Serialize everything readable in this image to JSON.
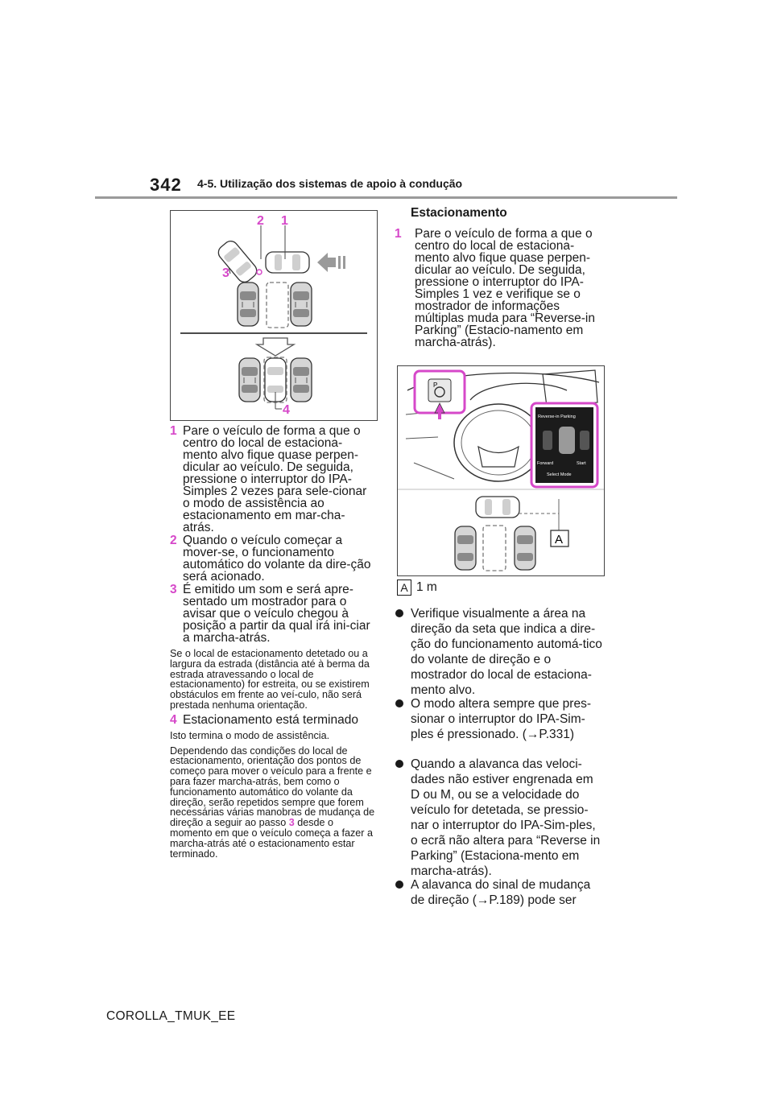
{
  "header": {
    "page_number": "342",
    "chapter": "4-5. Utilização dos sistemas de apoio à condução"
  },
  "figure1": {
    "callouts": [
      "2",
      "1",
      "3",
      "4"
    ]
  },
  "left_steps": [
    {
      "num": "1",
      "text": "Pare o veículo de forma a que o centro do local de estaciona-mento alvo fique quase perpen-dicular ao veículo. De seguida, pressione o interruptor do IPA-Simples 2 vezes para sele-cionar o modo de assistência ao estacionamento em mar-cha-atrás."
    },
    {
      "num": "2",
      "text": "Quando o veículo começar a mover-se, o funcionamento automático do volante da dire-ção será acionado."
    },
    {
      "num": "3",
      "text": "É emitido um som e será apre-sentado um mostrador para o avisar que o veículo chegou à posição a partir da qual irá ini-ciar a marcha-atrás."
    }
  ],
  "note_1": "Se o local de estacionamento detetado ou a largura da estrada (distância até à berma da estrada atravessando o local de estacionamento) for estreita, ou se existirem obstáculos em frente ao veí-culo, não será prestada nenhuma orientação.",
  "step4": {
    "num": "4",
    "text": "Estacionamento está terminado"
  },
  "note_2": "Isto termina o modo de assistência.",
  "note_3": {
    "before": "Dependendo das condições do local de estacionamento, orientação dos pontos de começo para mover o veículo para a frente e para fazer marcha-atrás, bem como o funcionamento automático do volante da direção, serão repetidos sempre que forem necessárias várias manobras de mudança de direção a seguir ao passo",
    "ref": "3",
    "after": "desde o momento em que o veículo começa a fazer a marcha-atrás até o estacionamento estar terminado."
  },
  "right": {
    "heading": "Estacionamento",
    "step1": {
      "num": "1",
      "text": "Pare o veículo de forma a que o centro do local de estaciona-mento alvo fique quase perpen-dicular ao veículo. De seguida, pressione o interruptor do IPA-Simples 1 vez e verifique se o mostrador de informações múltiplas muda para “Reverse-in Parking” (Estacio-namento em marcha-atrás)."
    },
    "figure2": {
      "screen_title": "Reverse-in Parking",
      "screen_forward": "Forward",
      "screen_start": "Start",
      "screen_select": "Select Mode",
      "callout": "A",
      "button_label": "P"
    },
    "legend": {
      "key": "A",
      "value": "1 m"
    },
    "bullets": [
      "Verifique visualmente a área na direção da seta que indica a dire-ção do funcionamento automá-tico do volante de direção e o mostrador do local de estaciona-mento alvo.",
      "O modo altera sempre que pres-sionar o interruptor do IPA-Sim-ples é pressionado. (→P.331)",
      "Quando a alavanca das veloci-dades não estiver engrenada em D ou M, ou se a velocidade do veículo for detetada, se pressio-nar o interruptor do IPA-Sim-ples, o ecrã não altera para “Reverse in Parking” (Estaciona-mento em marcha-atrás).",
      "A alavanca do sinal de mudança de direção (→P.189) pode ser"
    ]
  },
  "footer": "COROLLA_TMUK_EE",
  "colors": {
    "accent": "#d648c9",
    "rule": "#9a9a9a",
    "text": "#1a1a1a"
  }
}
